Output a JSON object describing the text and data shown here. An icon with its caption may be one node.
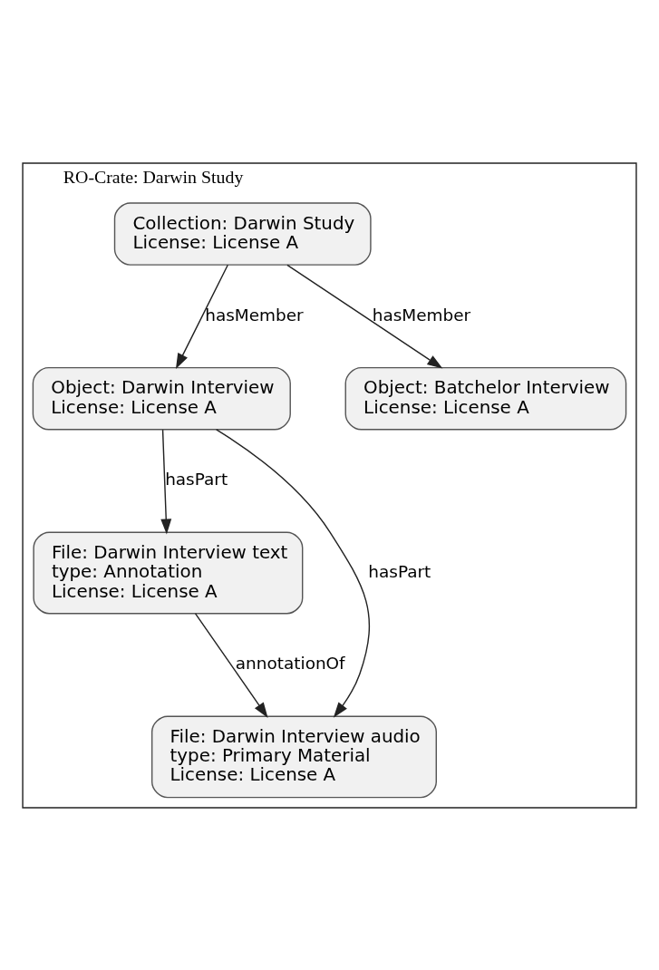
{
  "diagram": {
    "nodes": [
      {
        "text": [
          "RO-Crate: Darwin Study"
        ]
      },
      {
        "text": [
          "Collection: Darwin Study",
          "License: License A"
        ],
        "in": 0
      },
      {
        "text": [
          "Object: Darwin Interview",
          "License: License A"
        ],
        "in": 0
      },
      {
        "text": [
          "Object: Batchelor Interview",
          "License: License A"
        ],
        "in": 0
      },
      {
        "text": [
          "File: Darwin Interview text",
          "type: Annotation",
          "License: License A"
        ],
        "in": 0
      },
      {
        "text": [
          "File: Darwin Interview audio",
          "type: Primary Material",
          "License: License A"
        ],
        "in": 0
      }
    ],
    "edges": [
      {
        "from": 1,
        "to": 2,
        "arrow": "to",
        "label": "hasMember"
      },
      {
        "from": 1,
        "to": 3,
        "arrow": "to",
        "label": "hasMember"
      },
      {
        "from": 2,
        "to": 4,
        "arrow": "to",
        "label": "hasPart"
      },
      {
        "from": 2,
        "to": 5,
        "arrow": "to",
        "label": "hasPart"
      },
      {
        "from": 4,
        "to": 5,
        "arrow": "to",
        "label": "annotationOf"
      }
    ]
  }
}
